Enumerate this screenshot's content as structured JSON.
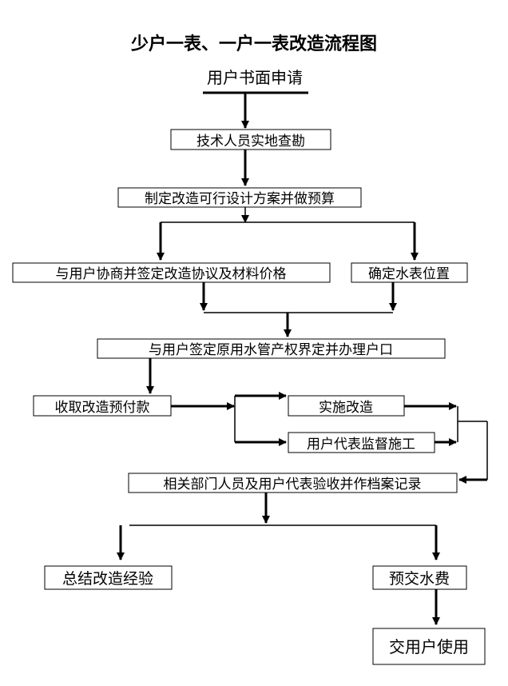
{
  "title": "少户一表、一户一表改造流程图",
  "nodes": {
    "application": "用户书面申请",
    "survey": "技术人员实地查勘",
    "plan": "制定改造可行设计方案并做预算",
    "negotiate": "与用户协商并签定改造协议及材料价格",
    "meter_position": "确定水表位置",
    "sign_ownership": "与用户签定原用水管产权界定并办理户口",
    "prepayment": "收取改造预付款",
    "implement": "实施改造",
    "supervise": "用户代表监督施工",
    "acceptance": "相关部门人员及用户代表验收并作档案记录",
    "summary": "总结改造经验",
    "prepay_water": "预交水费",
    "deliver": "交用户使用"
  }
}
